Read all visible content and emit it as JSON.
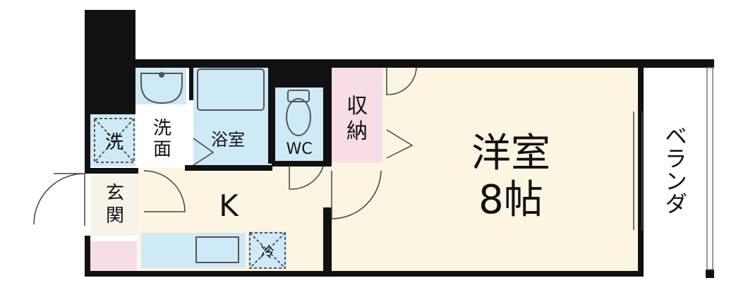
{
  "rooms": {
    "laundry": "洗",
    "washroom_top": "洗",
    "washroom_bottom": "面",
    "bathroom": "浴室",
    "toilet": "WC",
    "closet_top": "収",
    "closet_bottom": "納",
    "western_room_name": "洋室",
    "western_room_size": "8帖",
    "kitchen": "K",
    "entrance_top": "玄",
    "entrance_bottom": "関",
    "fridge": "冷",
    "balcony": "ベランダ"
  },
  "colors": {
    "wall": "#111111",
    "wet_area": "#cdeaf6",
    "floor": "#fbf5e1",
    "closet": "#f7dde6",
    "entrance": "#f7f3e8",
    "shoe_box": "#f7dde6",
    "balcony": "#ffffff"
  }
}
